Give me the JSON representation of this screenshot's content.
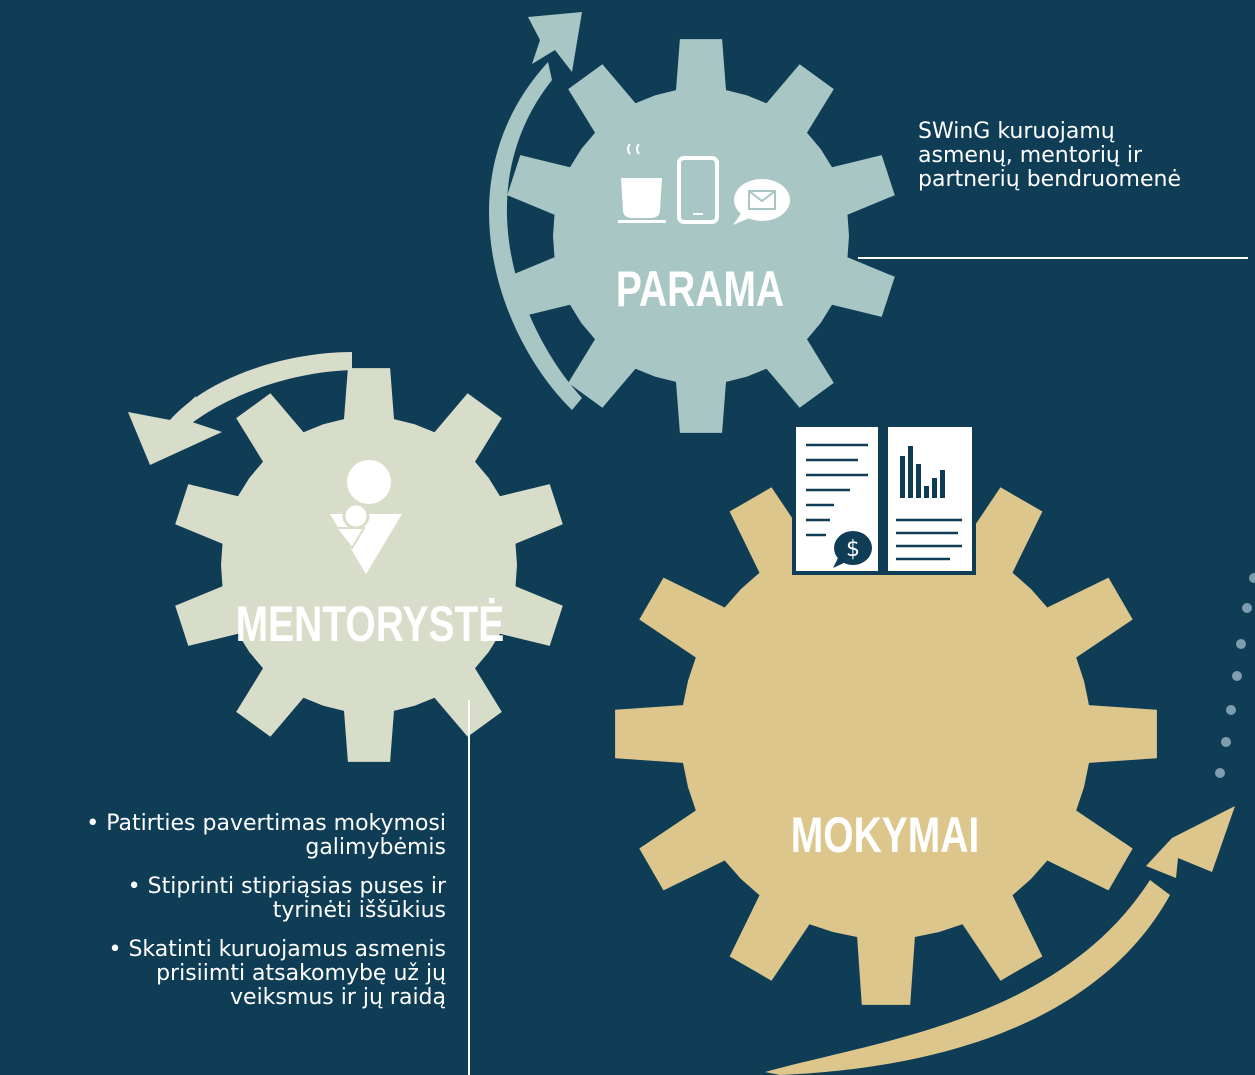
{
  "gears": {
    "support": {
      "label": "PARAMA",
      "color": "#a8c6c4",
      "icons": [
        "coffee-cup-icon",
        "smartphone-icon",
        "message-bubble-icon"
      ]
    },
    "mentoring": {
      "label": "MENTORYSTĖ",
      "color": "#d8ddc9",
      "icons": [
        "mentor-person-icon"
      ]
    },
    "training": {
      "label": "MOKYMAI",
      "color": "#dcc68b",
      "icons": [
        "open-book-icon",
        "bar-chart-icon",
        "dollar-icon"
      ]
    }
  },
  "support_description": [
    "SWinG kuruojamų",
    "asmenų, mentorių ir",
    "partnerių bendruomenė"
  ],
  "mentoring_points": [
    [
      "Patirties pavertimas mokymosi",
      "galimybėmis"
    ],
    [
      "Stiprinti stipriąsias puses ir",
      "tyrinėti iššūkius"
    ],
    [
      "Skatinti kuruojamus asmenis",
      "prisiimti atsakomybę už jų",
      "veiksmus ir jų raidą"
    ]
  ],
  "colors": {
    "background": "#0f3d56",
    "support_arrow": "#a8c6c4",
    "mentoring_arrow": "#d8ddc9",
    "training_arrow": "#dcc68b",
    "dots": "#7e9dae"
  }
}
